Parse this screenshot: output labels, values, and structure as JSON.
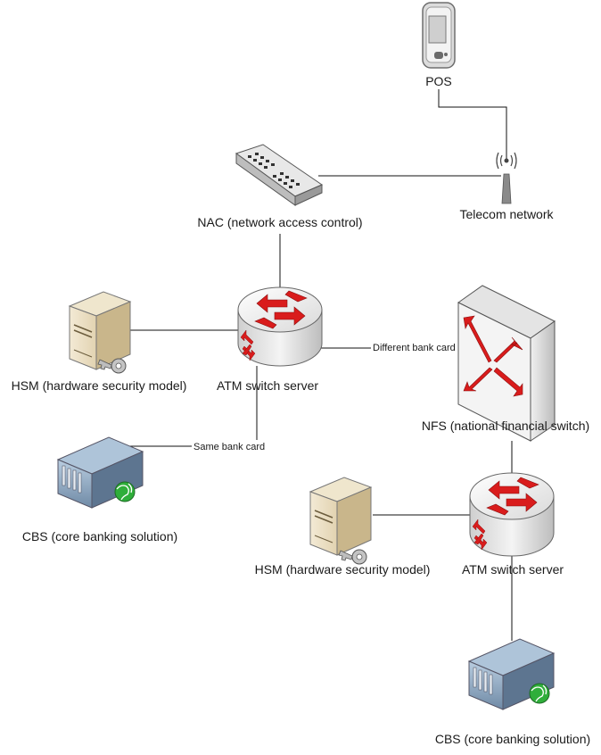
{
  "nodes": {
    "pos": {
      "label": "POS",
      "icon": "mobile-device-icon"
    },
    "telecom": {
      "label": "Telecom network",
      "icon": "antenna-icon"
    },
    "nac": {
      "label": "NAC (network access control)",
      "icon": "network-switch-icon"
    },
    "atm_switch_1": {
      "label": "ATM switch server",
      "icon": "router-icon"
    },
    "hsm_1": {
      "label": "HSM (hardware security model)",
      "icon": "server-key-icon"
    },
    "cbs_1": {
      "label": "CBS (core banking solution)",
      "icon": "web-server-icon"
    },
    "nfs": {
      "label": "NFS (national financial switch)",
      "icon": "layer3-switch-icon"
    },
    "atm_switch_2": {
      "label": "ATM switch server",
      "icon": "router-icon"
    },
    "hsm_2": {
      "label": "HSM (hardware security model)",
      "icon": "server-key-icon"
    },
    "cbs_2": {
      "label": "CBS (core banking solution)",
      "icon": "web-server-icon"
    }
  },
  "edges": {
    "same_bank": "Same bank card",
    "different_bank": "Different bank card"
  },
  "colors": {
    "router_arrow": "#d91c1c",
    "line": "#111111",
    "globe": "#2fae3a"
  }
}
